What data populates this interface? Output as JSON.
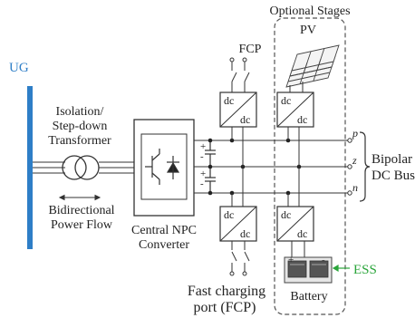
{
  "labels": {
    "ug": "UG",
    "transformer_line1": "Isolation/",
    "transformer_line2": "Step-down",
    "transformer_line3": "Transformer",
    "power_flow_line1": "Bidirectional",
    "power_flow_line2": "Power Flow",
    "converter_line1": "Central NPC",
    "converter_line2": "Converter",
    "fcp_top": "FCP",
    "fcp_bottom_line1": "Fast charging",
    "fcp_bottom_line2": "port (FCP)",
    "optional_stages": "Optional Stages",
    "pv": "PV",
    "ess": "ESS",
    "battery": "Battery",
    "bus_line1": "Bipolar",
    "bus_line2": "DC Bus",
    "bus_p": "p",
    "bus_z": "z",
    "bus_n": "n",
    "dc": "dc",
    "cap_plus": "+",
    "cap_minus": "-",
    "bat_plus": "+",
    "bat_minus": "-"
  },
  "colors": {
    "ug_bar": "#2e7ec7",
    "ess_label": "#2aa53a",
    "lines": "#333333"
  }
}
